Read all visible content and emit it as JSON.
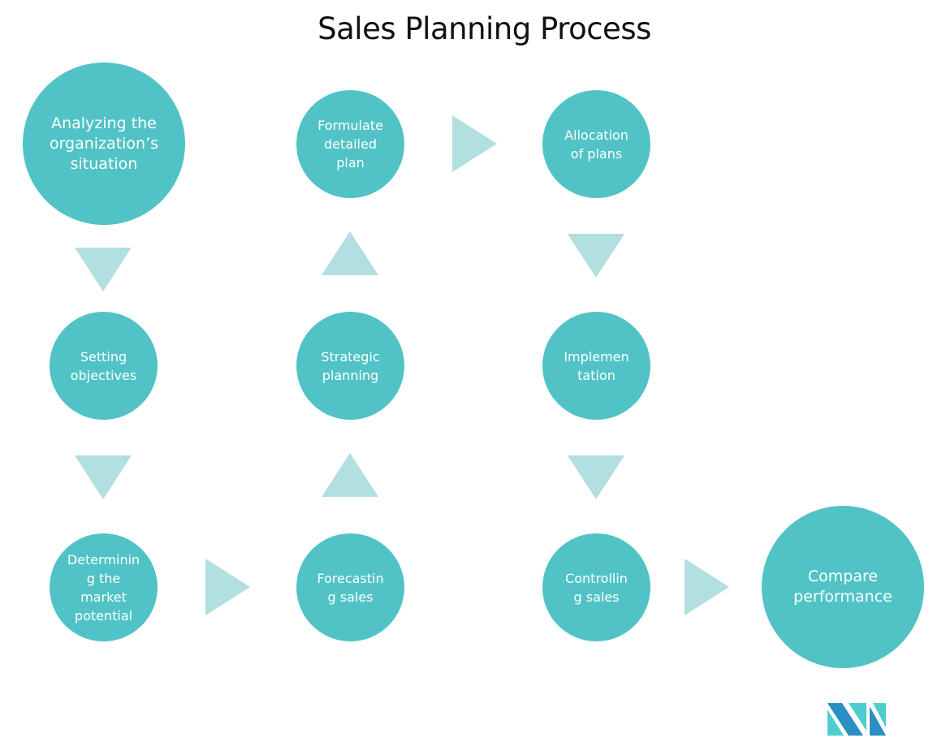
{
  "title": "Sales Planning Process",
  "colors": {
    "node": "#51c3c6",
    "arrow": "#b2dfe0",
    "title": "#111111",
    "logo_dark": "#2a8fc2",
    "logo_light": "#4ecdd0"
  },
  "nodes": [
    {
      "id": "analyzing",
      "label": "Analyzing the\norganization’s\nsituation"
    },
    {
      "id": "setting-objectives",
      "label": "Setting\nobjectives"
    },
    {
      "id": "determining-market",
      "label": "Determinin\ng the\nmarket\npotential"
    },
    {
      "id": "forecasting",
      "label": "Forecastin\ng sales"
    },
    {
      "id": "strategic-planning",
      "label": "Strategic\nplanning"
    },
    {
      "id": "formulate-plan",
      "label": "Formulate\ndetailed\nplan"
    },
    {
      "id": "allocation",
      "label": "Allocation\nof plans"
    },
    {
      "id": "implementation",
      "label": "Implemen\ntation"
    },
    {
      "id": "controlling",
      "label": "Controllin\ng sales"
    },
    {
      "id": "compare",
      "label": "Compare\nperformance"
    }
  ],
  "arrows": [
    {
      "from": "analyzing",
      "to": "setting-objectives",
      "direction": "down"
    },
    {
      "from": "setting-objectives",
      "to": "determining-market",
      "direction": "down"
    },
    {
      "from": "determining-market",
      "to": "forecasting",
      "direction": "right"
    },
    {
      "from": "forecasting",
      "to": "strategic-planning",
      "direction": "up"
    },
    {
      "from": "strategic-planning",
      "to": "formulate-plan",
      "direction": "up"
    },
    {
      "from": "formulate-plan",
      "to": "allocation",
      "direction": "right"
    },
    {
      "from": "allocation",
      "to": "implementation",
      "direction": "down"
    },
    {
      "from": "implementation",
      "to": "controlling",
      "direction": "down"
    },
    {
      "from": "controlling",
      "to": "compare",
      "direction": "right"
    }
  ],
  "logo": {
    "name": "brand-logo"
  }
}
